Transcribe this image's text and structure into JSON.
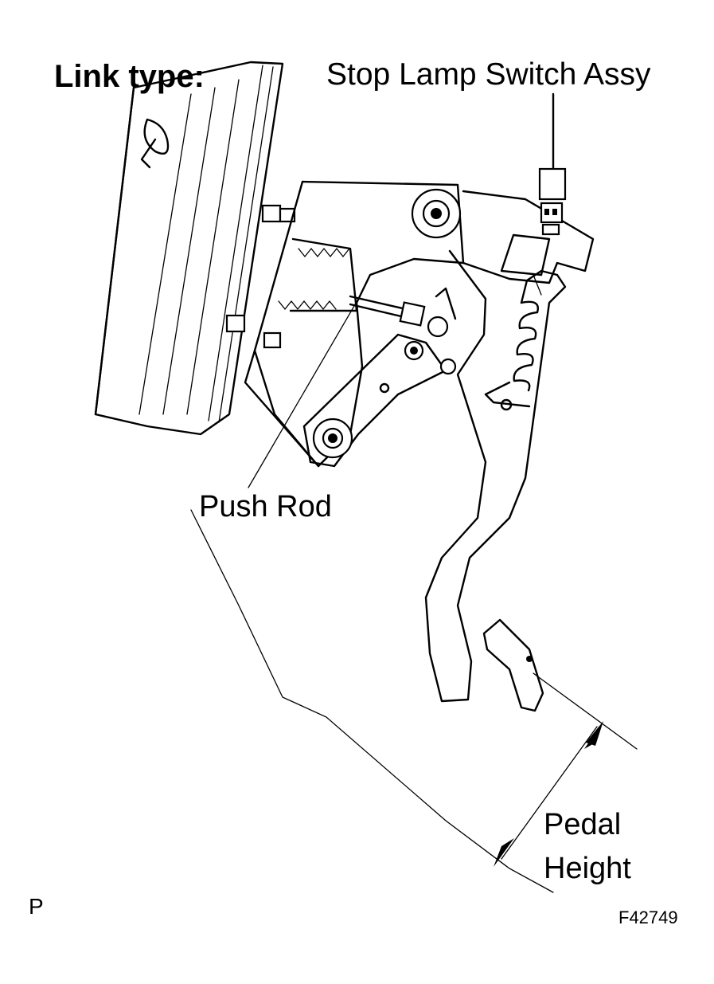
{
  "labels": {
    "title": "Link type:",
    "stop_lamp_switch": "Stop Lamp Switch Assy",
    "push_rod": "Push Rod",
    "pedal_height_line1": "Pedal",
    "pedal_height_line2": "Height",
    "corner_mark": "P",
    "figure_code": "F42749"
  },
  "colors": {
    "ink": "#000000",
    "paper": "#ffffff"
  }
}
